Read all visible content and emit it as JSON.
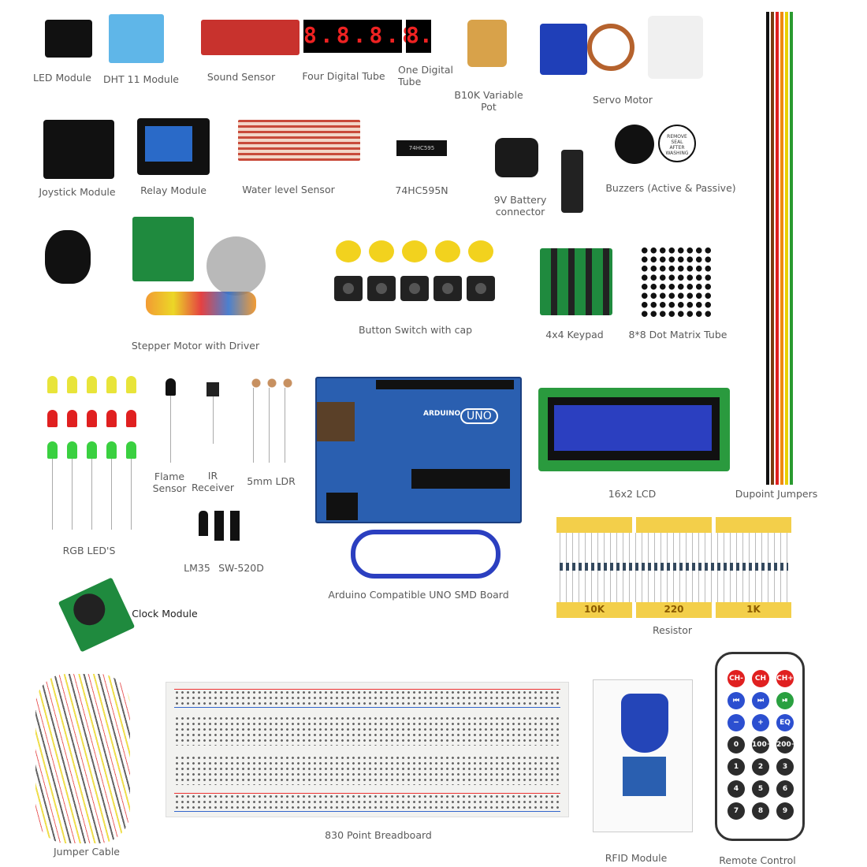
{
  "labels": {
    "led_module": "LED Module",
    "dht11": "DHT 11 Module",
    "sound_sensor": "Sound Sensor",
    "four_digital_tube": "Four Digital Tube",
    "one_digital_tube": "One Digital\nTube",
    "pot": "B10K Variable\nPot",
    "servo": "Servo Motor",
    "joystick": "Joystick Module",
    "relay": "Relay Module",
    "water_level": "Water level Sensor",
    "shift_register": "74HC595N",
    "battery": "9V Battery\nconnector",
    "buzzers": "Buzzers (Active & Passive)",
    "stepper": "Stepper Motor with Driver",
    "button_switch": "Button Switch with cap",
    "keypad": "4x4 Keypad",
    "dot_matrix": "8*8 Dot Matrix Tube",
    "rgb_leds": "RGB LED'S",
    "flame": "Flame\nSensor",
    "ir": "IR\nReceiver",
    "ldr": "5mm LDR",
    "lm35": "LM35",
    "sw520d": "SW-520D",
    "uno": "Arduino Compatible UNO SMD Board",
    "lcd": "16x2 LCD",
    "dupont": "Dupoint Jumpers",
    "resistor": "Resistor",
    "clock": "Clock Module",
    "jumper_cable": "Jumper Cable",
    "breadboard": "830 Point Breadboard",
    "rfid": "RFID Module",
    "remote": "Remote Control"
  },
  "resistor_values": [
    "10K",
    "220",
    "1K"
  ],
  "four_digit_display": "8.8.8.8.",
  "one_digit_display": "8.",
  "chip_marking": "74HC595",
  "buzzer_sticker": "REMOVE\nSEAL\nAFTER\nWASHING",
  "arduino": {
    "logo": "ARDUINO",
    "model": "UNO"
  },
  "remote_keys": [
    "CH-",
    "CH",
    "CH+",
    "⏮",
    "⏭",
    "⏯",
    "−",
    "+",
    "EQ",
    "0",
    "100+",
    "200+",
    "1",
    "2",
    "3",
    "4",
    "5",
    "6",
    "7",
    "8",
    "9"
  ],
  "colors": {
    "pcb_blue": "#2a5fb0",
    "lcd_blue": "#2b3fc0",
    "label_gray": "#5a5a5a",
    "resistor_band": "#f3cf4a"
  }
}
